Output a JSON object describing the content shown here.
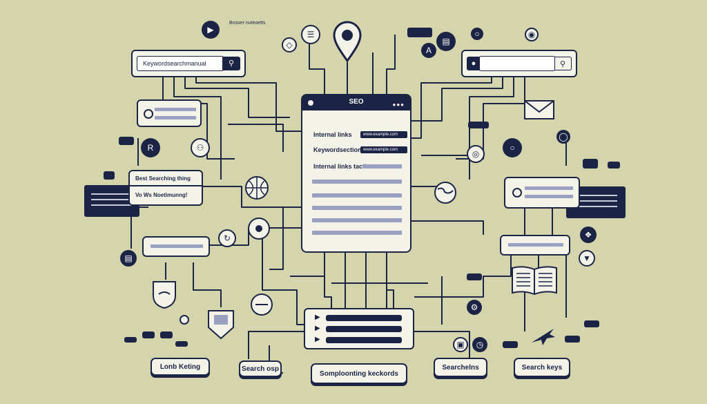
{
  "seo_panel": {
    "title": "SEO",
    "rows": [
      {
        "label": "Internal links",
        "chip": "www.example.com"
      },
      {
        "label": "Keywordsection",
        "chip": "www.example.com"
      },
      {
        "label": "Internal links tactics",
        "chip": ""
      }
    ]
  },
  "search_left": {
    "value": "Keywordsearchmanual"
  },
  "search_right": {
    "value": ""
  },
  "card_left": {
    "line1": "Best Searching thing",
    "line2": "Vo Ws Noetimunng!"
  },
  "bottom_pills": [
    "Lonb Keting",
    "Search osp",
    "Somploonting keckords",
    "Searchelns",
    "Search keys"
  ],
  "header_text": "Bnsser nuteoetts",
  "colors": {
    "navy": "#1c2445",
    "background": "#d4d5ad",
    "panel": "#f4f3ea"
  },
  "icons": [
    "map-pin-icon",
    "globe-icon",
    "document-icon",
    "book-icon",
    "airplane-icon",
    "gear-icon",
    "video-icon",
    "letter-r-icon",
    "shield-icon",
    "target-icon"
  ]
}
